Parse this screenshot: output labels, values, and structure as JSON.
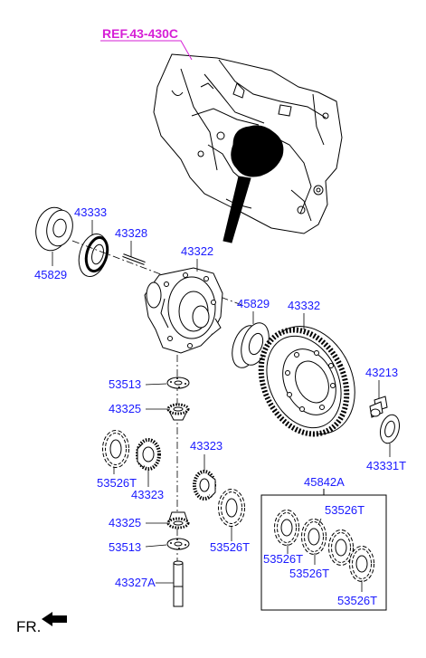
{
  "reference": {
    "text": "REF.43-430C",
    "color": "#d61fd6"
  },
  "label_color": "#1a1aff",
  "direction_label": "FR.",
  "icons": [
    "transaxle-case",
    "differential-case",
    "ring-gear",
    "bearing",
    "oil-seal",
    "pinion-gear",
    "side-gear",
    "thrust-washer",
    "spacer",
    "shaft",
    "bolt",
    "forward-arrow"
  ],
  "callouts": {
    "c43333": "43333",
    "c45829a": "45829",
    "c43328": "43328",
    "c43322": "43322",
    "c45829b": "45829",
    "c43332": "43332",
    "c43213": "43213",
    "c53513a": "53513",
    "c43325a": "43325",
    "c53526a": "53526T",
    "c43323a": "43323",
    "c43323b": "43323",
    "c43331": "43331T",
    "c45842": "45842A",
    "c43325b": "43325",
    "c53513b": "53513",
    "c53526b": "53526T",
    "c43327": "43327A",
    "k53526a": "53526T",
    "k53526b": "53526T",
    "k53526c": "53526T",
    "k53526d": "53526T"
  }
}
